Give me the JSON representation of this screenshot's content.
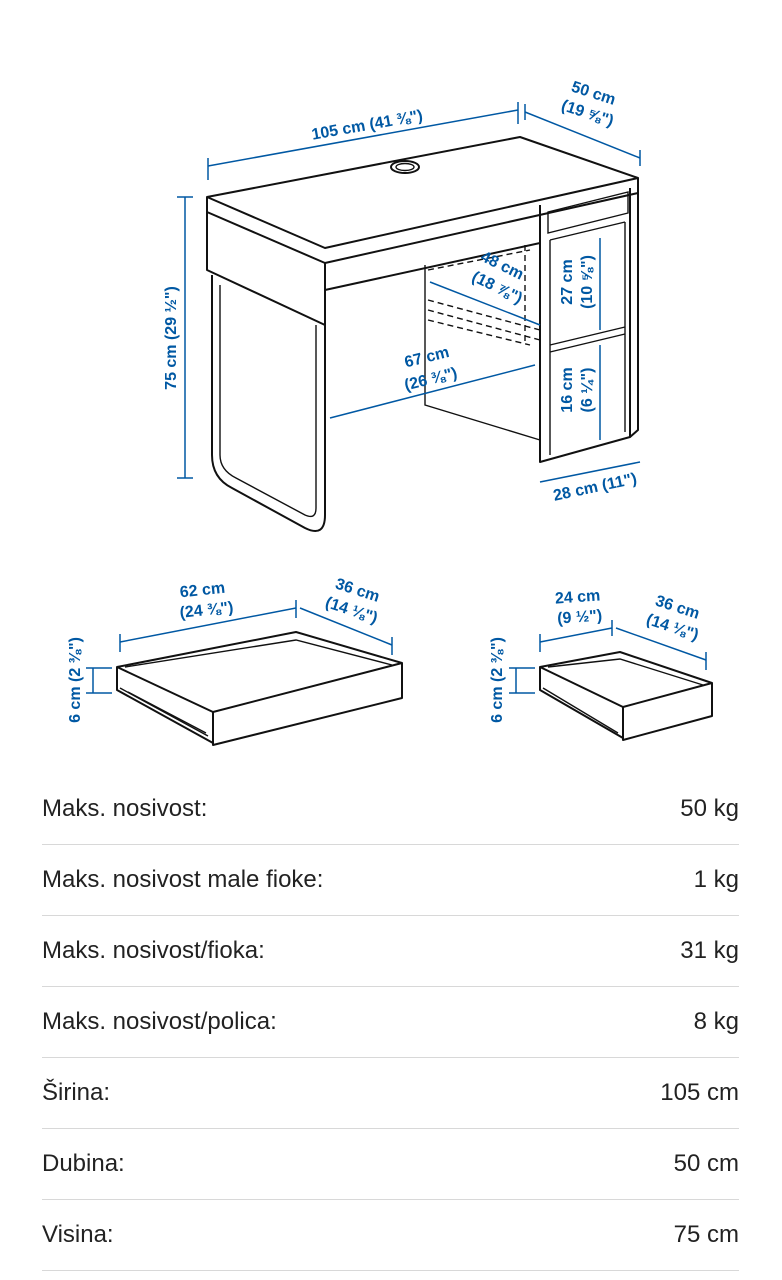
{
  "dimensions": {
    "desk": {
      "width": "105 cm (41 ⅜\")",
      "depth_cm": "50 cm",
      "depth_in": "(19 ⅝\")",
      "height": "75 cm (29 ½\")",
      "drawer_space_cm": "48 cm",
      "drawer_space_in": "(18 ⅞\")",
      "legroom_cm": "67 cm",
      "legroom_in": "(26 ⅜\")",
      "upper_compartment_cm": "27 cm",
      "upper_compartment_in": "(10 ⅝\")",
      "lower_compartment_cm": "16 cm",
      "lower_compartment_in": "(6 ¼\")",
      "side_unit_width": "28 cm (11\")"
    },
    "large_drawer": {
      "width_cm": "62 cm",
      "width_in": "(24 ⅜\")",
      "depth_cm": "36 cm",
      "depth_in": "(14 ⅛\")",
      "height": "6 cm (2 ⅜\")"
    },
    "small_drawer": {
      "width_cm": "24 cm",
      "width_in": "(9 ½\")",
      "depth_cm": "36 cm",
      "depth_in": "(14 ⅛\")",
      "height": "6 cm (2 ⅜\")"
    }
  },
  "specs": [
    {
      "label": "Maks. nosivost:",
      "value": "50 kg"
    },
    {
      "label": "Maks. nosivost male fioke:",
      "value": "1 kg"
    },
    {
      "label": "Maks. nosivost/fioka:",
      "value": "31 kg"
    },
    {
      "label": "Maks. nosivost/polica:",
      "value": "8 kg"
    },
    {
      "label": "Širina:",
      "value": "105 cm"
    },
    {
      "label": "Dubina:",
      "value": "50 cm"
    },
    {
      "label": "Visina:",
      "value": "75 cm"
    }
  ],
  "colors": {
    "dimension_text": "#0058a3",
    "line_art": "#111111",
    "divider": "#d8d8d8"
  }
}
